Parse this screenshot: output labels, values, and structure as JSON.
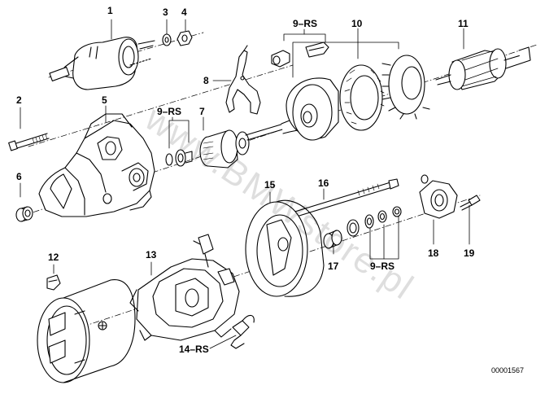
{
  "diagram": {
    "callouts": [
      {
        "id": "1",
        "text": "1"
      },
      {
        "id": "2",
        "text": "2"
      },
      {
        "id": "3",
        "text": "3"
      },
      {
        "id": "4",
        "text": "4"
      },
      {
        "id": "5",
        "text": "5"
      },
      {
        "id": "6",
        "text": "6"
      },
      {
        "id": "7",
        "text": "7"
      },
      {
        "id": "8",
        "text": "8"
      },
      {
        "id": "9rs_top",
        "text": "9–RS"
      },
      {
        "id": "9rs_mid",
        "text": "9–RS"
      },
      {
        "id": "9rs_bot",
        "text": "9–RS"
      },
      {
        "id": "10",
        "text": "10"
      },
      {
        "id": "11",
        "text": "11"
      },
      {
        "id": "12",
        "text": "12"
      },
      {
        "id": "13",
        "text": "13"
      },
      {
        "id": "14rs",
        "text": "14–RS"
      },
      {
        "id": "15",
        "text": "15"
      },
      {
        "id": "16",
        "text": "16"
      },
      {
        "id": "17",
        "text": "17"
      },
      {
        "id": "18",
        "text": "18"
      },
      {
        "id": "19",
        "text": "19"
      }
    ],
    "drawing_code": "00001567",
    "watermark": "www.BMWstore.pl",
    "colors": {
      "line": "#000000",
      "background": "#ffffff",
      "watermark": "#d9d9d9"
    }
  }
}
